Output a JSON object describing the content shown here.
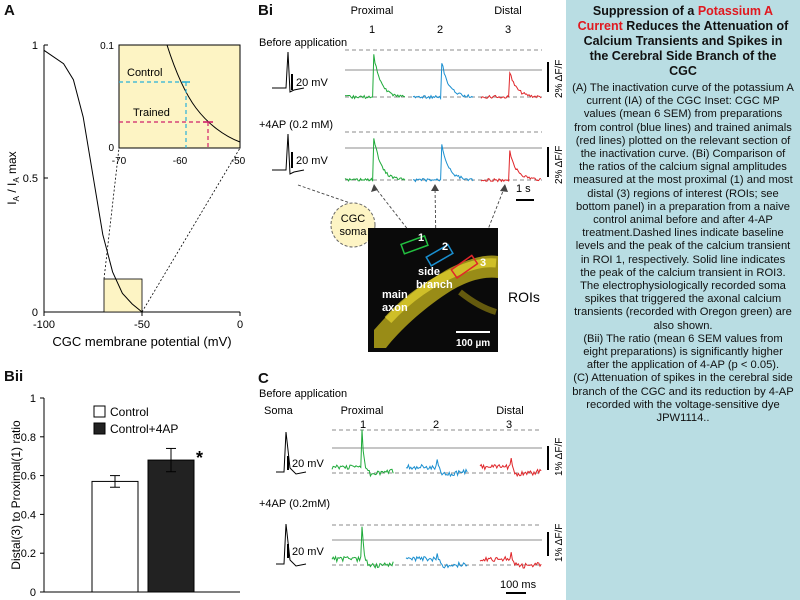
{
  "panels": {
    "A": "A",
    "Bi": "Bi",
    "Bii": "Bii",
    "C": "C"
  },
  "panelA": {
    "ylabel_main": "I",
    "ylabel_sub1": "A",
    "ylabel_mid": " / I",
    "ylabel_sub2": "A",
    "ylabel_end": " max",
    "xlabel": "CGC membrane potential (mV)",
    "yticks": [
      "1",
      "0.5",
      "0"
    ],
    "xticks": [
      "-100",
      "-50",
      "0"
    ],
    "inset_yticks": [
      "0.1",
      "0"
    ],
    "inset_xticks": [
      "-70",
      "-60",
      "-50"
    ],
    "inset_control": "Control",
    "inset_trained": "Trained"
  },
  "panelBi": {
    "before_label": "Before application",
    "after_label": "+4AP (0.2 mM)",
    "proximal": "Proximal",
    "distal": "Distal",
    "roi_numbers": [
      "1",
      "2",
      "3"
    ],
    "mv_scale": "20 mV",
    "df_scale": "2% ΔF/F",
    "time_scale": "1 s",
    "soma_label1": "CGC",
    "soma_label2": "soma",
    "img_roi_numbers": [
      "1",
      "2",
      "3"
    ],
    "img_side": "side",
    "img_branch": "branch",
    "img_main": "main",
    "img_axon": "axon",
    "img_scale": "100 µm",
    "rois_label": "ROIs"
  },
  "panelBii": {
    "legend_control": "Control",
    "legend_4ap": "Control+4AP",
    "ylabel": "Distal(3) to Proximal(1) ratio",
    "yticks": [
      "1",
      "0.8",
      "0.6",
      "0.4",
      "0.2",
      "0"
    ],
    "star": "*"
  },
  "panelC": {
    "before_label": "Before application",
    "after_label": "+4AP (0.2mM)",
    "soma": "Soma",
    "proximal": "Proximal",
    "distal": "Distal",
    "roi_numbers": [
      "1",
      "2",
      "3"
    ],
    "mv_scale": "20 mV",
    "df_scale": "1% ΔF/F",
    "time_scale": "100 ms"
  },
  "chart_data": [
    {
      "type": "line",
      "panel": "A",
      "xlabel": "CGC membrane potential (mV)",
      "ylabel": "IA / IA max",
      "xlim": [
        -100,
        0
      ],
      "ylim": [
        0,
        1
      ],
      "x": [
        -100,
        -90,
        -85,
        -80,
        -75,
        -70,
        -65,
        -60,
        -55,
        -50
      ],
      "y": [
        0.98,
        0.93,
        0.87,
        0.73,
        0.51,
        0.29,
        0.15,
        0.07,
        0.03,
        0.0
      ]
    },
    {
      "type": "bar",
      "panel": "Bii",
      "categories": [
        "Control",
        "Control+4AP"
      ],
      "values": [
        0.57,
        0.68
      ],
      "errors": [
        0.03,
        0.06
      ],
      "ylabel": "Distal(3) to Proximal(1) ratio",
      "ylim": [
        0,
        1
      ],
      "significance": "*"
    }
  ],
  "sidebar": {
    "title_pre": "Suppression of a ",
    "title_hl": "Potassium A Current",
    "title_post": " Reduces the Attenuation of Calcium Transients and Spikes in the Cerebral Side Branch of the CGC",
    "p1": "(A) The inactivation curve of the potassium A current (IA) of the CGC Inset: CGC MP values (mean 6 SEM) from preparations from control (blue lines) and trained animals (red lines) plotted on the relevant section of the inactivation curve. (Bi) Comparison of the ratios of the calcium signal amplitudes measured at the most proximal (1) and most distal (3) regions of interest (ROIs; see bottom panel) in a preparation from a naive control animal before and after 4-AP treatment.Dashed lines indicate baseline levels and the peak of the calcium transient in ROI 1, respectively. Solid line indicates the peak of the calcium transient in ROI3. The electrophysiologically recorded soma spikes that triggered the axonal calcium transients (recorded with Oregon green) are also shown.",
    "p2": "(Bii) The ratio (mean 6 SEM values from eight preparations) is significantly higher after the application of 4-AP (p < 0.05).",
    "p3": "(C) Attenuation of spikes in the cerebral side branch of the CGC and its reduction by 4-AP recorded with the voltage-sensitive dye JPW1114.."
  },
  "colors": {
    "sidebar_bg": "#b9dde3",
    "highlight": "#e0181f",
    "roi1": "#1faa3a",
    "roi2": "#1a8fd0",
    "roi3": "#e0262a",
    "inset_bg": "#fdf4c4",
    "control_line": "#2ab0d8",
    "trained_line": "#d0206a"
  }
}
